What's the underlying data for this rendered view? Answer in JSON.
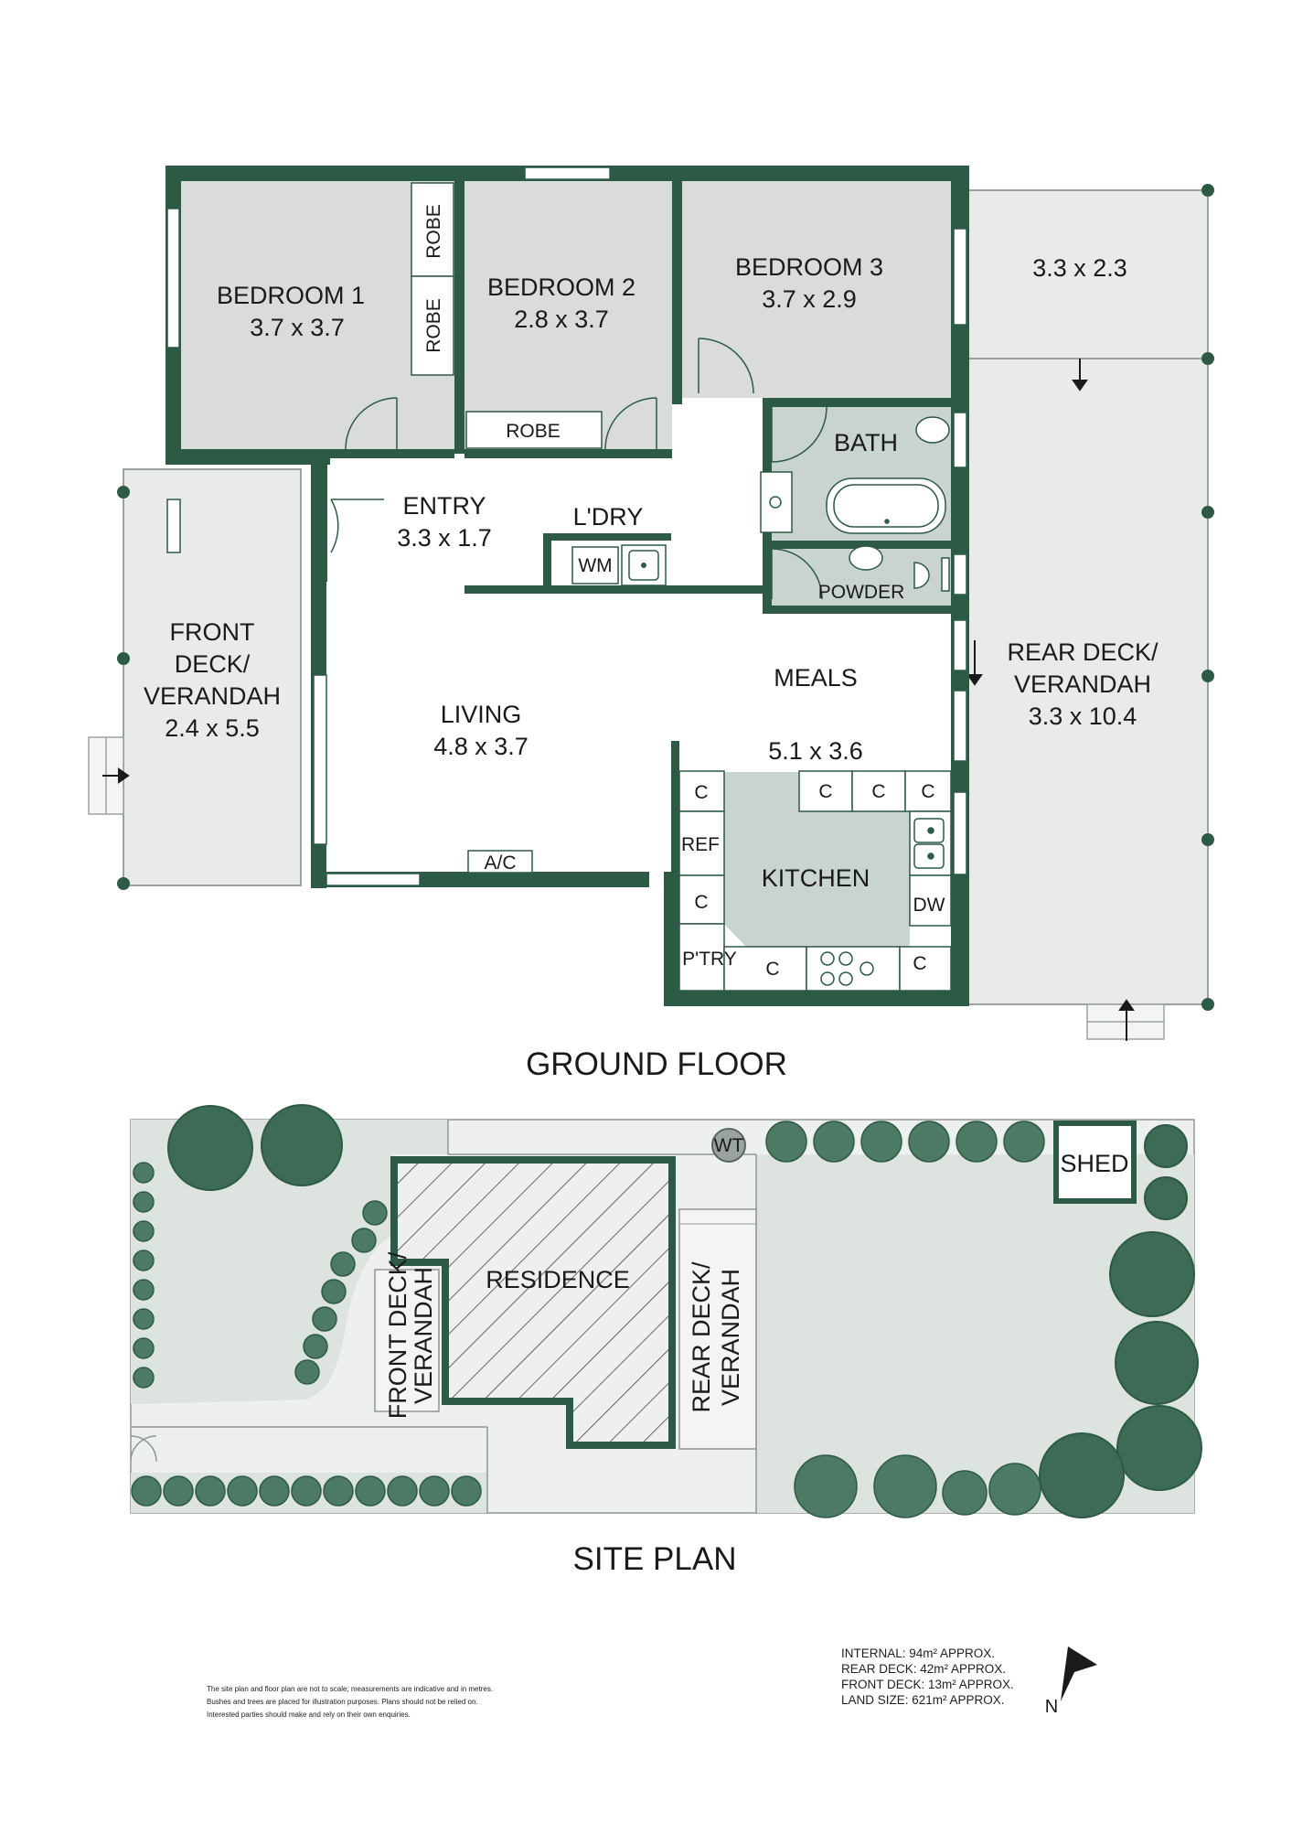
{
  "ground_floor": {
    "title": "GROUND FLOOR",
    "rooms": {
      "bedroom1": {
        "name": "BEDROOM 1",
        "size": "3.7 x 3.7"
      },
      "bedroom2": {
        "name": "BEDROOM 2",
        "size": "2.8 x 3.7"
      },
      "bedroom3": {
        "name": "BEDROOM 3",
        "size": "3.7 x 2.9"
      },
      "deck_top": {
        "size": "3.3 x 2.3"
      },
      "entry": {
        "name": "ENTRY",
        "size": "3.3 x 1.7"
      },
      "laundry": {
        "name": "L'DRY"
      },
      "bath": {
        "name": "BATH"
      },
      "powder": {
        "name": "POWDER"
      },
      "living": {
        "name": "LIVING",
        "size": "4.8 x 3.7"
      },
      "meals": {
        "name": "MEALS",
        "size": "5.1 x 3.6"
      },
      "kitchen": {
        "name": "KITCHEN"
      },
      "front_deck": {
        "line1": "FRONT",
        "line2": "DECK/",
        "line3": "VERANDAH",
        "size": "2.4 x 5.5"
      },
      "rear_deck": {
        "line1": "REAR DECK/",
        "line2": "VERANDAH",
        "size": "3.3 x 10.4"
      }
    },
    "fixtures": {
      "robe": "ROBE",
      "wm": "WM",
      "ac": "A/C",
      "ref": "REF",
      "dw": "DW",
      "pantry": "P'TRY",
      "cupboard": "C"
    }
  },
  "site_plan": {
    "title": "SITE PLAN",
    "residence": "RESIDENCE",
    "front_deck": {
      "line1": "FRONT DECK/",
      "line2": "VERANDAH"
    },
    "rear_deck": {
      "line1": "REAR DECK/",
      "line2": "VERANDAH"
    },
    "shed": "SHED",
    "wt": "WT"
  },
  "disclaimer": [
    "The site plan and floor plan are not to scale; measurements are indicative and in metres.",
    "Bushes and trees are placed for illustration purposes. Plans should not be relied on.",
    "Interested parties should make and rely on their own enquiries."
  ],
  "areas": [
    "INTERNAL: 94m² APPROX.",
    "REAR DECK: 42m² APPROX.",
    "FRONT DECK: 13m² APPROX.",
    "LAND SIZE: 621m² APPROX."
  ],
  "compass": "N",
  "colors": {
    "wall": "#2d5a45",
    "room_fill": "#d9dcdb",
    "wet_fill": "#c9d4cf",
    "deck_fill": "#e9ebea",
    "lawn_fill": "#dde3df",
    "path_fill": "#eef0ef",
    "tree": "#3e6b55"
  }
}
